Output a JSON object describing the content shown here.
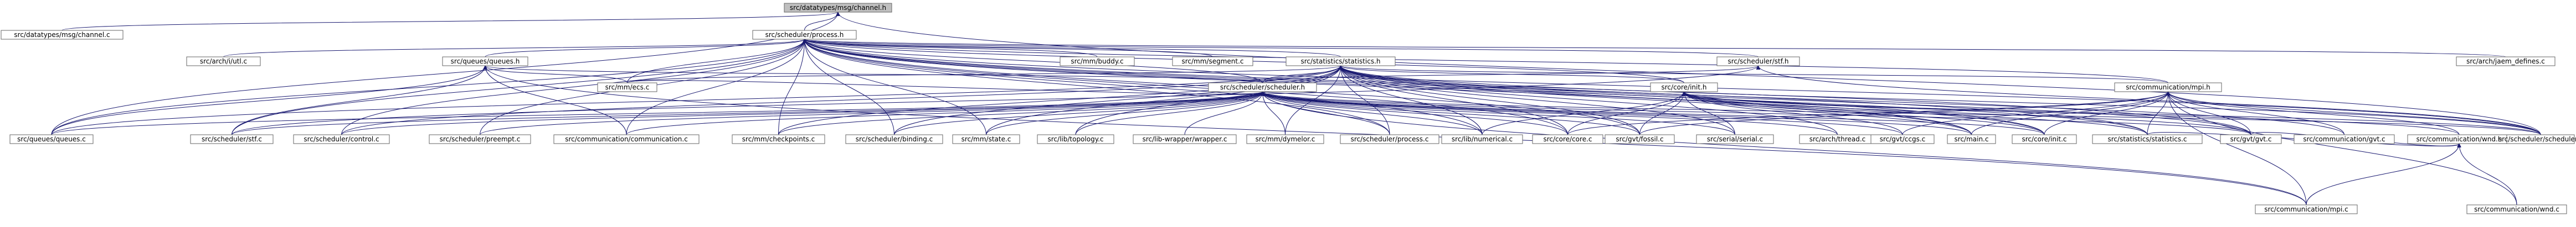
{
  "graph": {
    "type": "include-dependency-graph",
    "root": "src/datatypes/msg/channel.h",
    "nodes": [
      "src/datatypes/msg/channel.h",
      "src/datatypes/msg/channel.c",
      "src/scheduler/process.h",
      "src/arch/jaem_defines.c",
      "src/arch/i/utl.c",
      "src/queues/queues.h",
      "src/mm/buddy.c",
      "src/mm/segment.c",
      "src/statistics/statistics.h",
      "src/scheduler/stf.h",
      "src/mm/ecs.c",
      "src/scheduler/scheduler.h",
      "src/core/init.h",
      "src/communication/mpi.h",
      "src/queues/queues.c",
      "src/scheduler/stf.c",
      "src/scheduler/control.c",
      "src/scheduler/preempt.c",
      "src/communication/communication.c",
      "src/mm/checkpoints.c",
      "src/scheduler/binding.c",
      "src/mm/state.c",
      "src/lib/topology.c",
      "src/lib-wrapper/wrapper.c",
      "src/mm/dymelor.c",
      "src/scheduler/process.c",
      "src/lib/numerical.c",
      "src/core/core.c",
      "src/gvt/fossil.c",
      "src/serial/serial.c",
      "src/arch/thread.c",
      "src/gvt/ccgs.c",
      "src/main.c",
      "src/core/init.c",
      "src/statistics/statistics.c",
      "src/gvt/gvt.c",
      "src/communication/gvt.c",
      "src/communication/wnd.h",
      "src/scheduler/scheduler.c",
      "src/communication/mpi.c",
      "src/communication/wnd.c"
    ]
  }
}
